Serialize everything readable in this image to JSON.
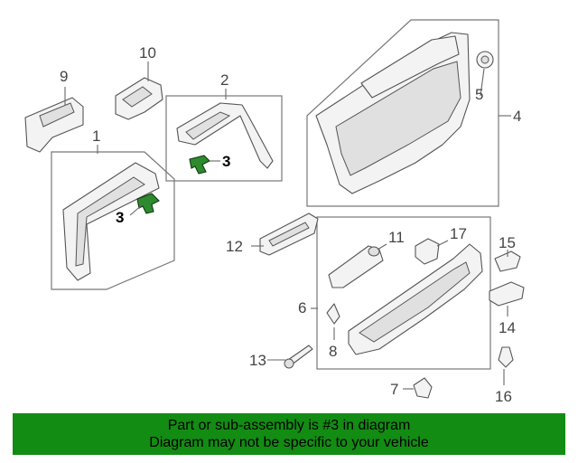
{
  "callouts": {
    "c1": "1",
    "c2": "2",
    "c3a": "3",
    "c3b": "3",
    "c4": "4",
    "c5": "5",
    "c6": "6",
    "c7": "7",
    "c8": "8",
    "c9": "9",
    "c10": "10",
    "c11": "11",
    "c12": "12",
    "c13": "13",
    "c14": "14",
    "c15": "15",
    "c16": "16",
    "c17": "17"
  },
  "banner": {
    "line1": "Part or sub-assembly is #3 in diagram",
    "line2": "Diagram may not be specific to your vehicle"
  },
  "colors": {
    "highlight": "#2e8a2e",
    "banner": "#138c13"
  },
  "highlighted_part": "3"
}
